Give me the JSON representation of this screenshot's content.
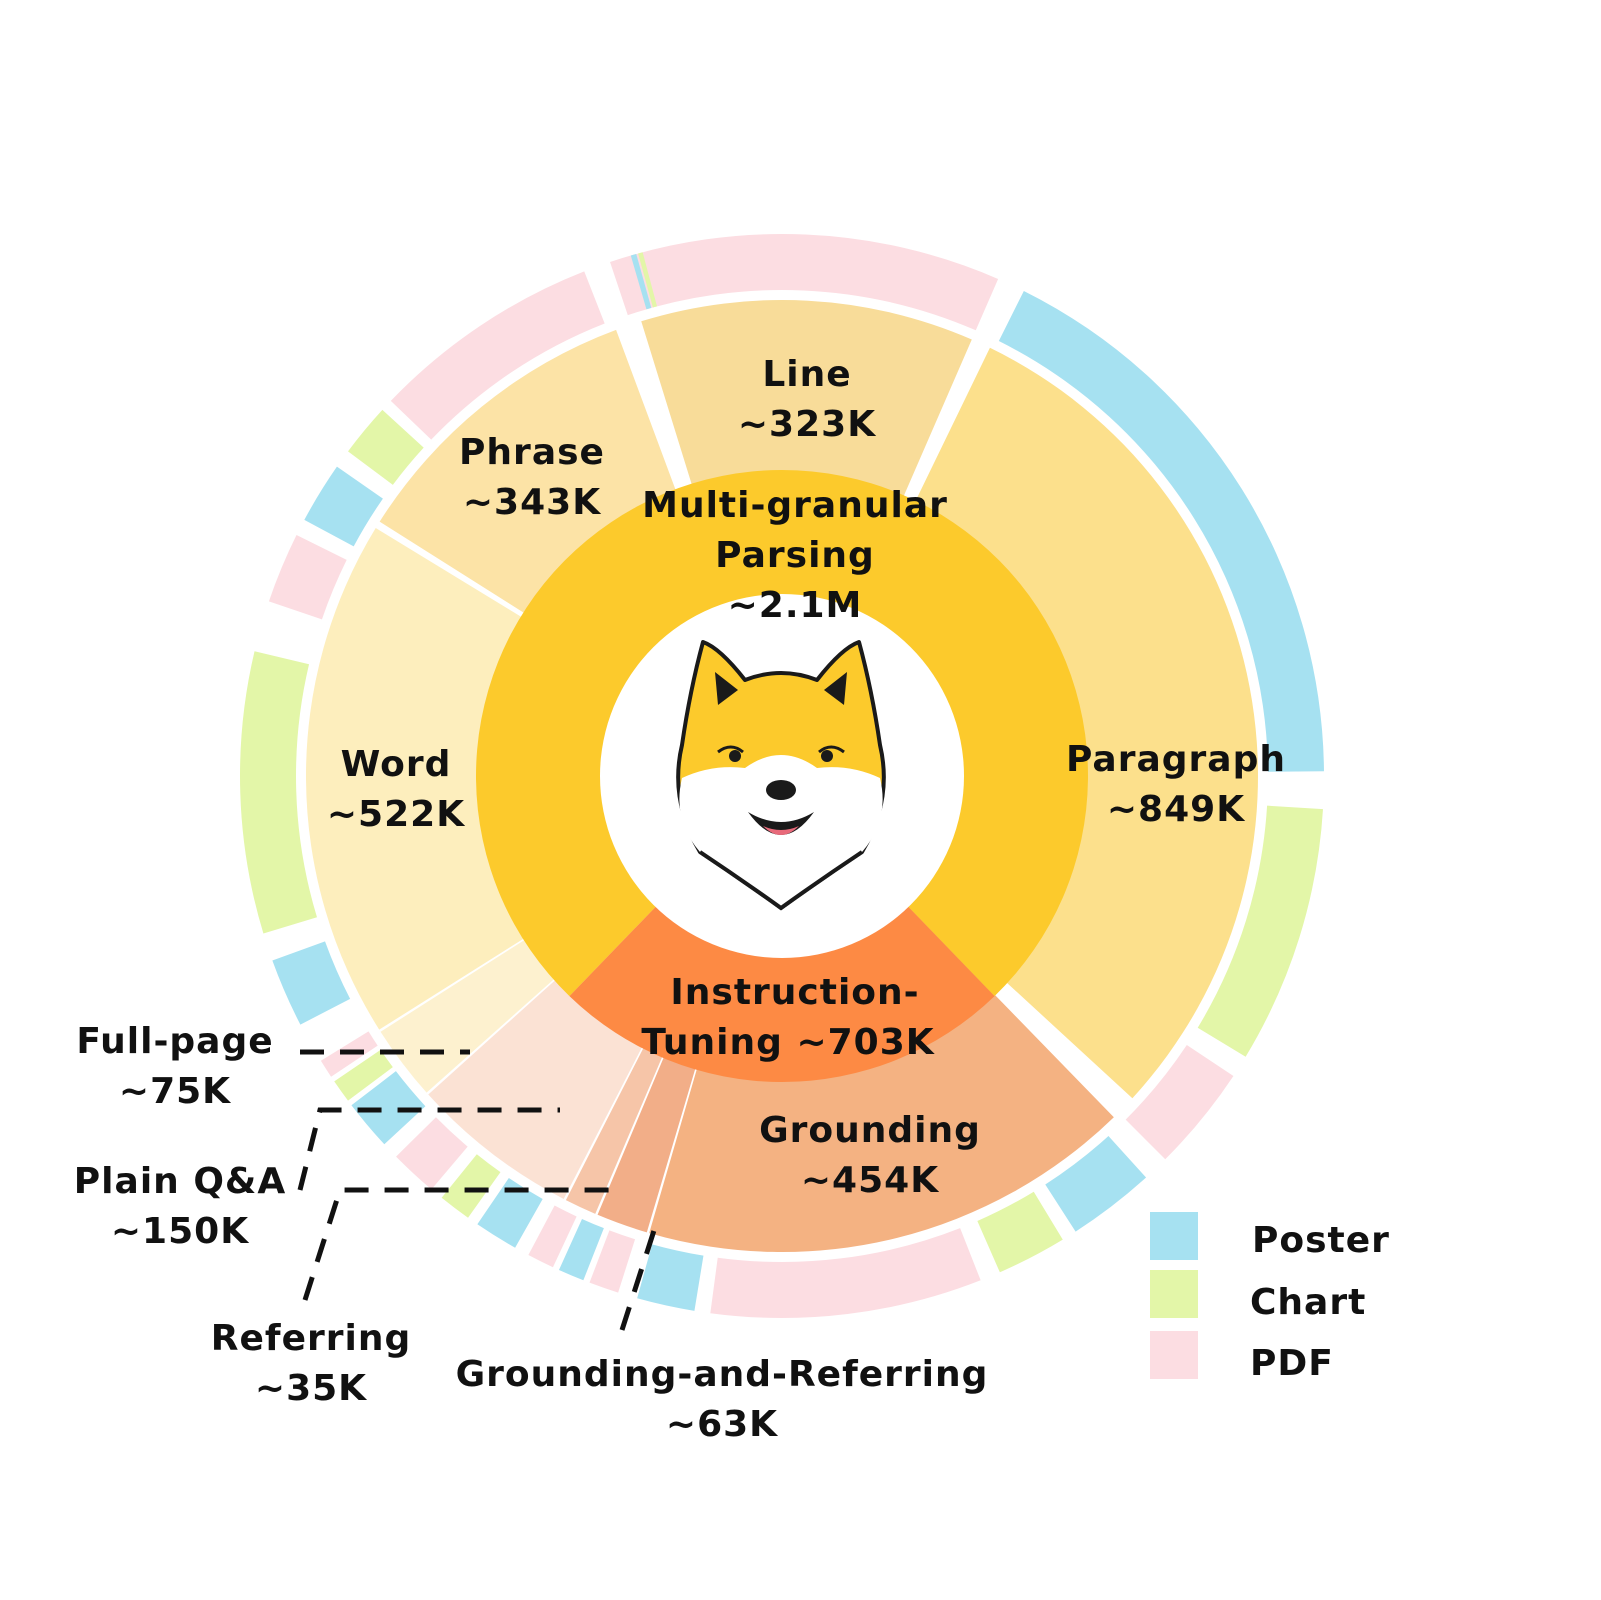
{
  "chart_data": {
    "type": "sunburst",
    "legend": {
      "placement": "bottom-right",
      "items": [
        {
          "name": "Poster",
          "color": "#a6e1f1"
        },
        {
          "name": "Chart",
          "color": "#e3f6a8"
        },
        {
          "name": "PDF",
          "color": "#fcdde2"
        }
      ]
    },
    "inner_ring": [
      {
        "name": "Multi-granular Parsing",
        "value_label": "~2.1M",
        "color": "#fcca2c"
      },
      {
        "name": "Instruction-Tuning",
        "value_label": "~703K",
        "color": "#fd8a44"
      }
    ],
    "middle_ring": [
      {
        "name": "Line",
        "value_label": "~323K",
        "parent": "Multi-granular Parsing",
        "color": "#f8dc99"
      },
      {
        "name": "Paragraph",
        "value_label": "~849K",
        "parent": "Multi-granular Parsing",
        "color": "#fce08c"
      },
      {
        "name": "Grounding",
        "value_label": "~454K",
        "parent": "Instruction-Tuning",
        "color": "#f4b282"
      },
      {
        "name": "Grounding-and-Referring",
        "value_label": "~63K",
        "parent": "Instruction-Tuning",
        "color": "#f2ae88"
      },
      {
        "name": "Referring",
        "value_label": "~35K",
        "parent": "Instruction-Tuning",
        "color": "#f6c5a8"
      },
      {
        "name": "Plain Q&A",
        "value_label": "~150K",
        "parent": "Instruction-Tuning",
        "color": "#fbe2d4"
      },
      {
        "name": "Full-page",
        "value_label": "~75K",
        "parent": "Multi-granular Parsing",
        "color": "#fdf1cf"
      },
      {
        "name": "Word",
        "value_label": "~522K",
        "parent": "Multi-granular Parsing",
        "color": "#fdeebd"
      },
      {
        "name": "Phrase",
        "value_label": "~343K",
        "parent": "Multi-granular Parsing",
        "color": "#fce3a6"
      }
    ],
    "outer_ring": [
      {
        "type": "PDF",
        "parent": "Line"
      },
      {
        "type": "Poster",
        "parent": "Paragraph"
      },
      {
        "type": "Chart",
        "parent": "Paragraph"
      },
      {
        "type": "PDF",
        "parent": "Paragraph"
      },
      {
        "type": "Poster",
        "parent": "Grounding"
      },
      {
        "type": "Chart",
        "parent": "Grounding"
      },
      {
        "type": "PDF",
        "parent": "Grounding"
      },
      {
        "type": "Poster",
        "parent": "Grounding-and-Referring"
      },
      {
        "type": "PDF",
        "parent": "Referring"
      },
      {
        "type": "Poster",
        "parent": "Referring"
      },
      {
        "type": "PDF",
        "parent": "Referring"
      },
      {
        "type": "Poster",
        "parent": "Plain Q&A"
      },
      {
        "type": "Chart",
        "parent": "Plain Q&A"
      },
      {
        "type": "PDF",
        "parent": "Plain Q&A"
      },
      {
        "type": "Poster",
        "parent": "Full-page"
      },
      {
        "type": "Chart",
        "parent": "Full-page"
      },
      {
        "type": "PDF",
        "parent": "Full-page"
      },
      {
        "type": "Poster",
        "parent": "Full-page"
      },
      {
        "type": "Chart",
        "parent": "Word"
      },
      {
        "type": "PDF",
        "parent": "Word"
      },
      {
        "type": "Poster",
        "parent": "Word"
      },
      {
        "type": "Chart",
        "parent": "Word"
      },
      {
        "type": "PDF",
        "parent": "Phrase"
      },
      {
        "type": "Poster",
        "parent": "Phrase"
      },
      {
        "type": "Chart",
        "parent": "Phrase"
      }
    ]
  }
}
